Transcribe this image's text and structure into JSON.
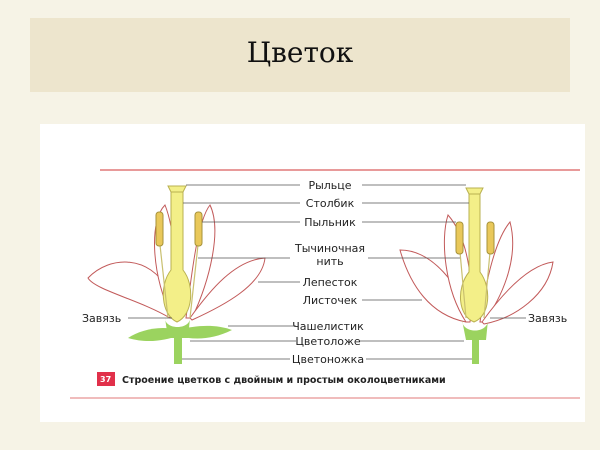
{
  "title": "Цветок",
  "labels": {
    "stigma": "Рыльце",
    "style": "Столбик",
    "anther": "Пыльник",
    "filament_1": "Тычиночная",
    "filament_2": "нить",
    "petal": "Лепесток",
    "tepal": "Листочек",
    "sepal": "Чашелистик",
    "perianth": "Цветоложе",
    "pedicel": "Цветоножка",
    "ovary_left": "Завязь",
    "ovary_right": "Завязь"
  },
  "figure": {
    "number": "37",
    "caption": "Строение цветков с двойным и простым околоцветниками"
  },
  "colors": {
    "background": "#f6f3e6",
    "title_bar": "#ede5cd",
    "rule": "#e07878",
    "pistil": "#f3ef88",
    "receptacle": "#9bd35f",
    "petal_stroke": "#c25a5a",
    "figure_badge": "#e1304a"
  }
}
